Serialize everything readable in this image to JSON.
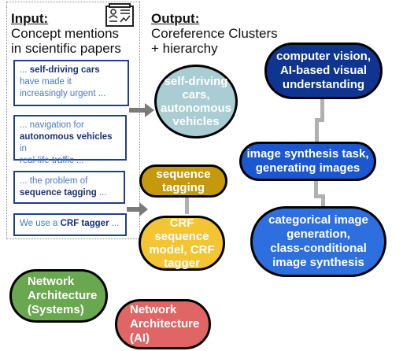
{
  "input": {
    "title": "Input:",
    "subtitle_line1": "Concept mentions",
    "subtitle_line2": "in scientific papers"
  },
  "output": {
    "title": "Output:",
    "subtitle_line1": "Coreference Clusters",
    "subtitle_line2": "+ hierarchy"
  },
  "snippets": [
    {
      "lines": [
        {
          "pre": "... ",
          "bold": "self-driving cars",
          "post": ""
        },
        {
          "pre": "have made it",
          "bold": "",
          "post": ""
        },
        {
          "pre": "increasingly urgent ...",
          "bold": "",
          "post": ""
        }
      ]
    },
    {
      "lines": [
        {
          "pre": "... navigation for",
          "bold": "",
          "post": ""
        },
        {
          "pre": "",
          "bold": "autonomous vehicles",
          "post": " in"
        },
        {
          "pre": "real-life traffic ...",
          "bold": "",
          "post": ""
        }
      ]
    },
    {
      "lines": [
        {
          "pre": "... the problem of",
          "bold": "",
          "post": ""
        },
        {
          "pre": "",
          "bold": "sequence tagging",
          "post": " ..."
        }
      ]
    },
    {
      "lines": [
        {
          "pre": "We use a ",
          "bold": "CRF tagger",
          "post": " ..."
        }
      ]
    }
  ],
  "clusters": [
    {
      "lines": [
        "self-driving",
        "cars,",
        "autonomous",
        "vehicles"
      ],
      "color": "#a9cdd2"
    },
    {
      "lines": [
        "sequence",
        "tagging"
      ],
      "color": "#c49a0c"
    },
    {
      "lines": [
        "CRF sequence",
        "model, CRF",
        "tagger"
      ],
      "color": "#f3c533"
    },
    {
      "lines": [
        "computer vision,",
        "AI-based visual",
        "understanding"
      ],
      "color": "#0f3591"
    },
    {
      "lines": [
        "image synthesis task,",
        "generating images"
      ],
      "color": "#1a57d0"
    },
    {
      "lines": [
        "categorical image",
        "generation,",
        "class-conditional",
        "image synthesis"
      ],
      "color": "#2e6fe0"
    },
    {
      "lines": [
        "Network",
        "Architecture",
        "(Systems)"
      ],
      "color": "#6aa84f"
    },
    {
      "lines": [
        "Network",
        "Architecture",
        "(AI)"
      ],
      "color": "#e06666"
    }
  ],
  "icons": {
    "paper": "document-icon",
    "arrow": "right-arrow-icon"
  }
}
